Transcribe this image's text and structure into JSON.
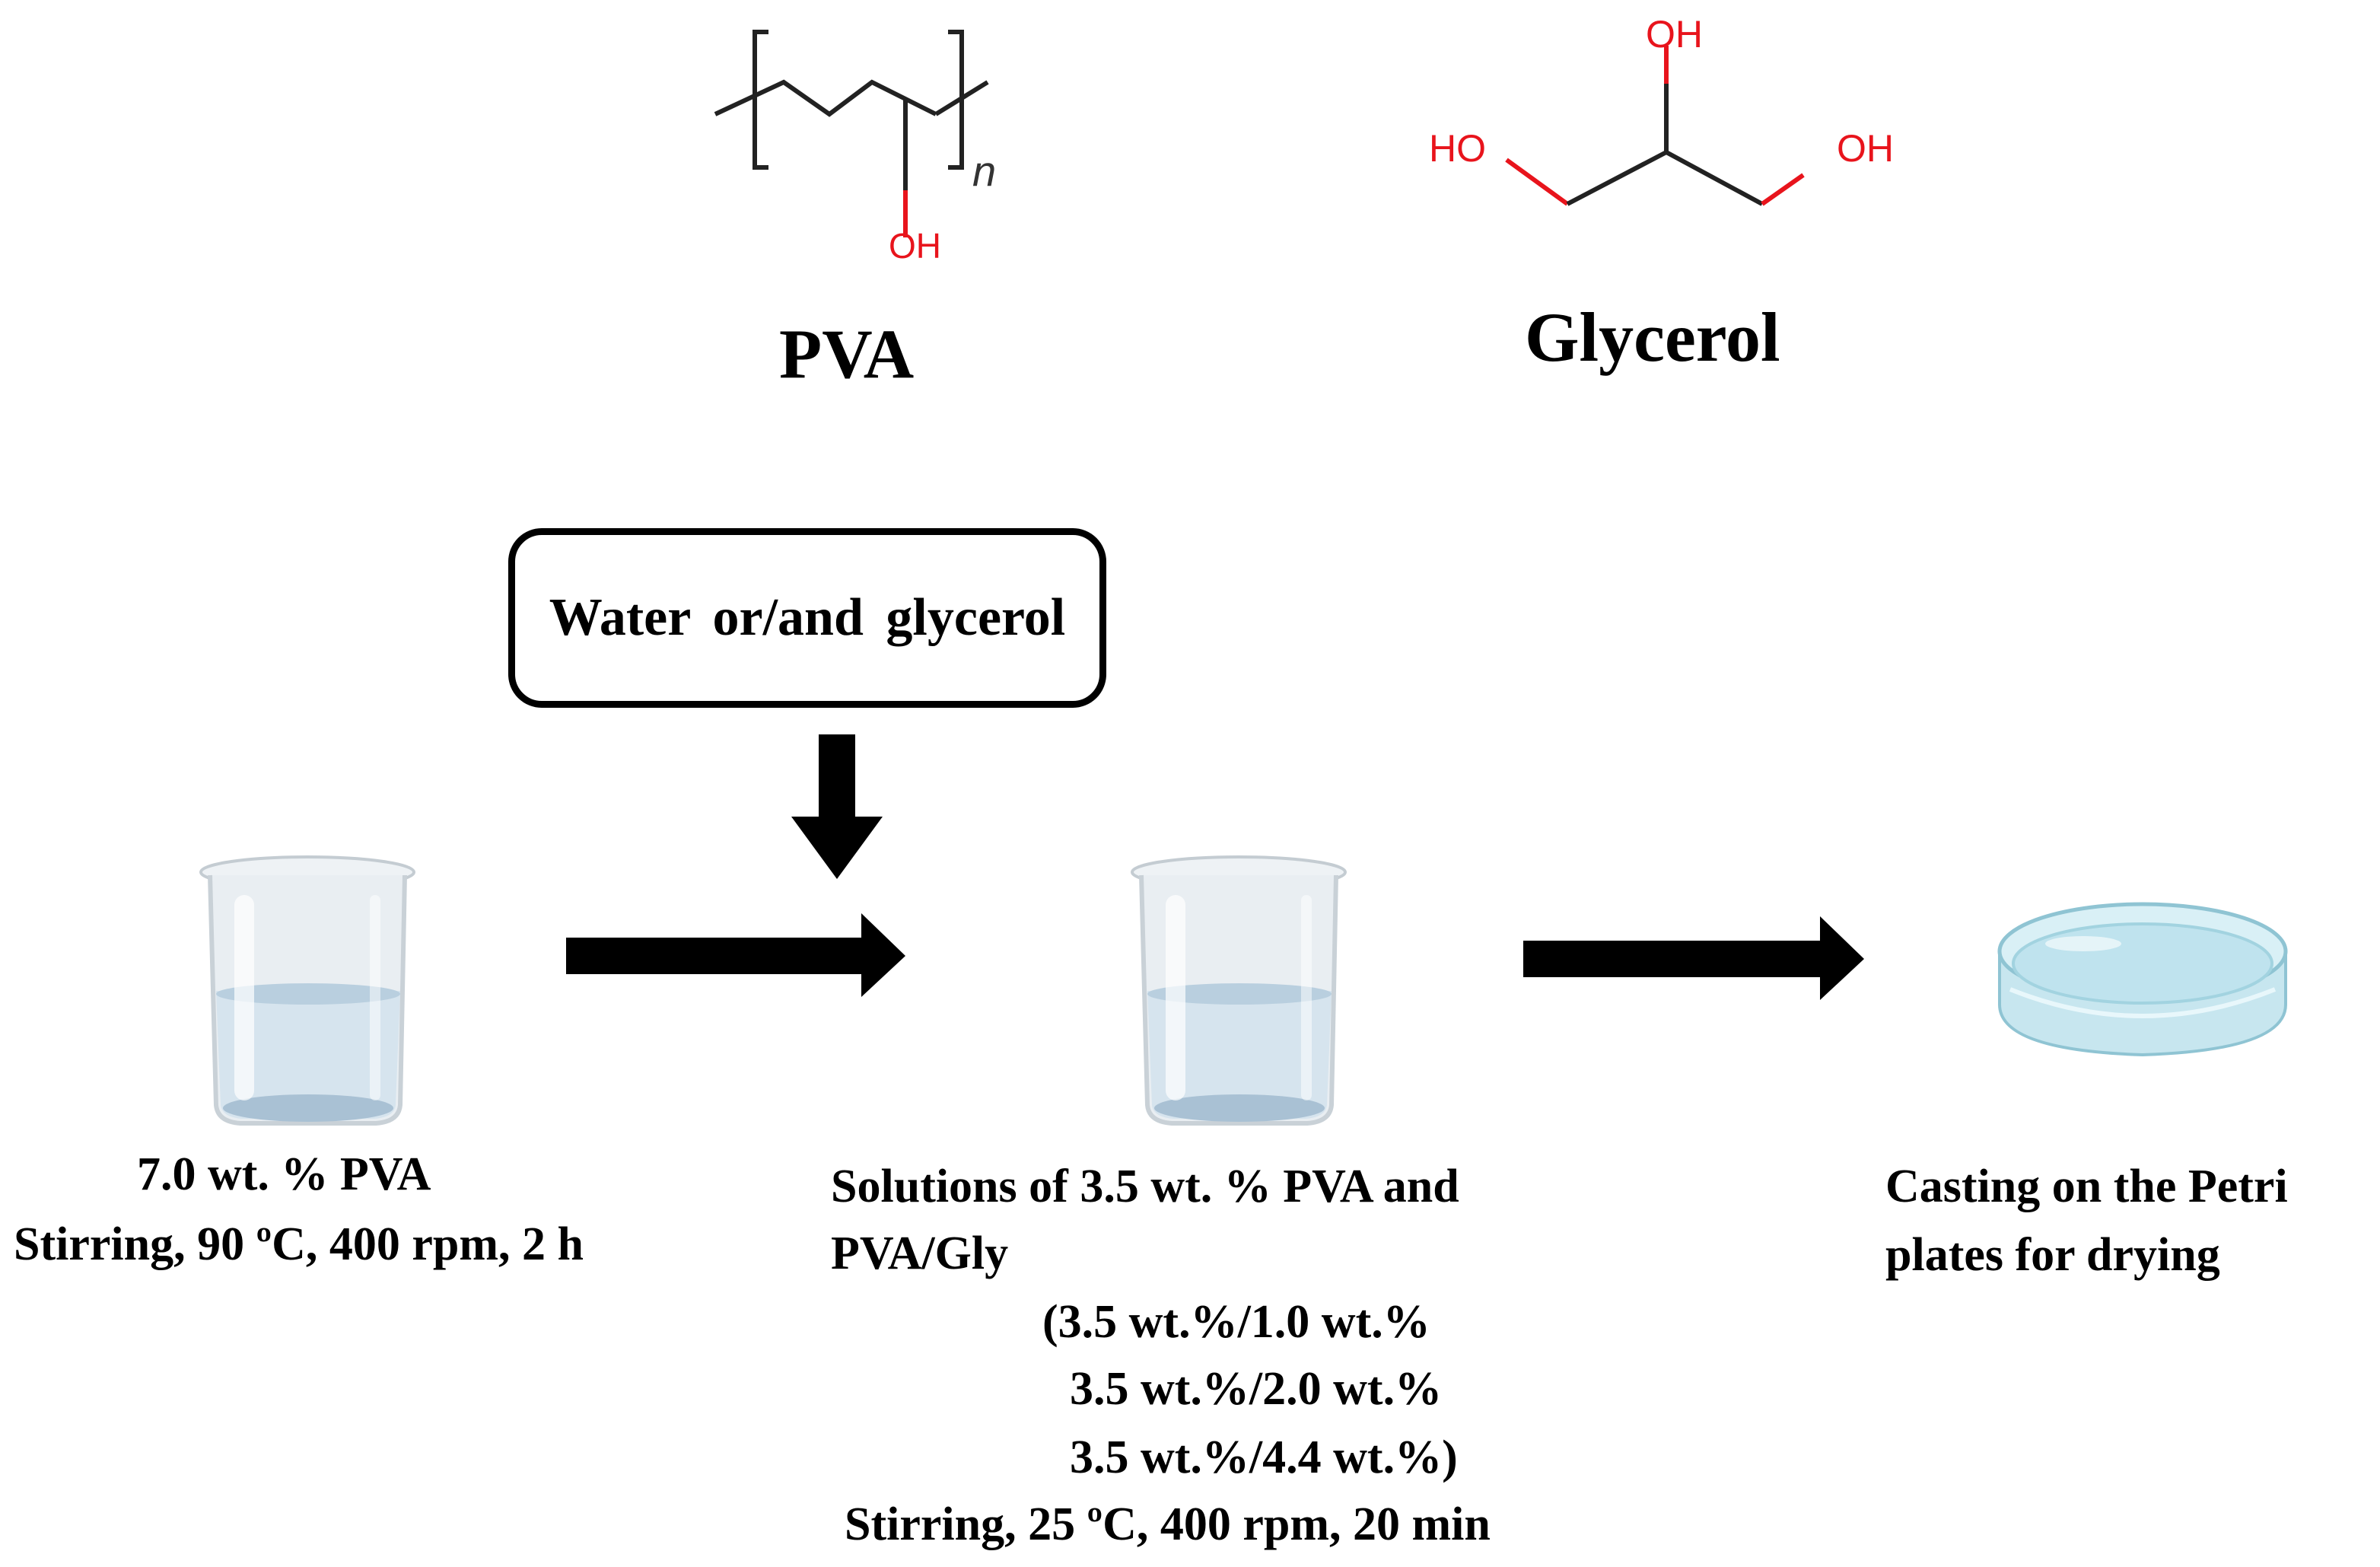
{
  "structures": {
    "pva": {
      "name": "PVA",
      "oh": "OH",
      "subscript": "n"
    },
    "glycerol": {
      "name": "Glycerol",
      "oh_top": "OH",
      "oh_left": "HO",
      "oh_right": "OH"
    }
  },
  "input_box": {
    "label": "Water or/and glycerol"
  },
  "steps": {
    "step1": {
      "line1": "7.0 wt. % PVA",
      "line2": "Stirring, 90 ºC, 400 rpm, 2 h"
    },
    "step2": {
      "line1": "Solutions of 3.5 wt. % PVA and",
      "line2": "PVA/Gly",
      "line3": "(3.5 wt.%/1.0 wt.%",
      "line4": "3.5 wt.%/2.0 wt.%",
      "line5": "3.5 wt.%/4.4 wt.%)",
      "line6": "Stirring, 25 ºC, 400 rpm, 20 min"
    },
    "step3": {
      "line1": "Casting on the Petri",
      "line2": "plates for drying"
    }
  },
  "colors": {
    "bond": "#222222",
    "hydroxyl": "#e8141c",
    "arrow": "#000000",
    "liquid": "#c9dcea",
    "glass": "#e9eef2",
    "petri": "#bfe3ee"
  }
}
